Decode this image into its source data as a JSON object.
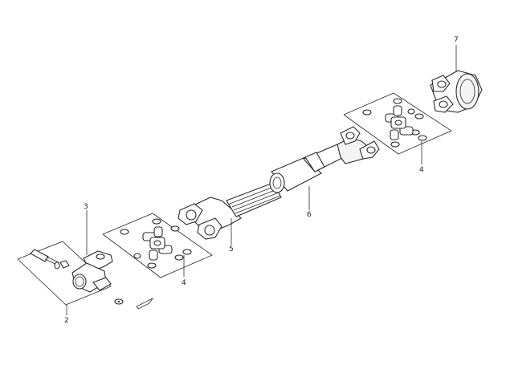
{
  "diagram": {
    "callouts": [
      {
        "id": "c2",
        "label": "2"
      },
      {
        "id": "c3",
        "label": "3"
      },
      {
        "id": "c4a",
        "label": "4"
      },
      {
        "id": "c5",
        "label": "5"
      },
      {
        "id": "c6",
        "label": "6"
      },
      {
        "id": "c4b",
        "label": "4"
      },
      {
        "id": "c7",
        "label": "7"
      }
    ],
    "parts": [
      "yoke-with-clamp-bolt",
      "universal-joint-kit",
      "splined-shaft",
      "tube-shaft",
      "end-yoke-flange"
    ],
    "colors": {
      "ink": "#2a2a2a",
      "paper": "#ffffff"
    }
  }
}
